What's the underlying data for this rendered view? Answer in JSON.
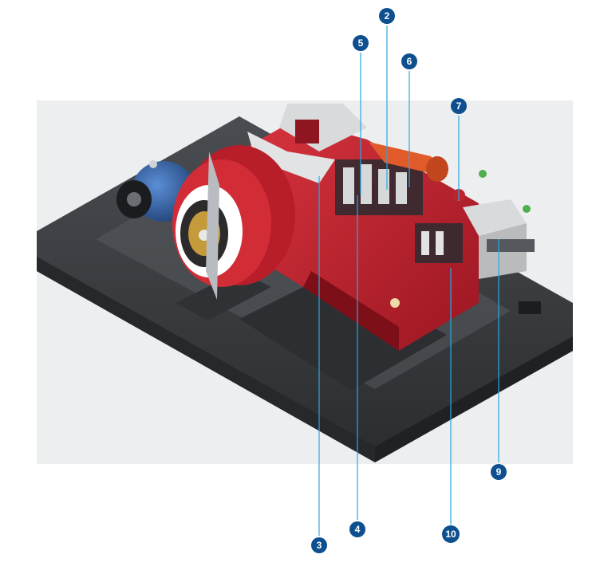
{
  "colors": {
    "callout_fill": "#0d4f8f",
    "callout_line": "#2aa8e0",
    "frame_red": "#c0232f",
    "motor_blue": "#2f5c9e",
    "accent_orange": "#e05a2a",
    "base_dark": "#3c3f42",
    "backdrop": "#eceef0"
  },
  "callouts": [
    {
      "id": "c2",
      "label": "2"
    },
    {
      "id": "c3",
      "label": "3"
    },
    {
      "id": "c4",
      "label": "4"
    },
    {
      "id": "c5",
      "label": "5"
    },
    {
      "id": "c6",
      "label": "6"
    },
    {
      "id": "c7",
      "label": "7"
    },
    {
      "id": "c9",
      "label": "9"
    },
    {
      "id": "c10",
      "label": "10"
    }
  ]
}
